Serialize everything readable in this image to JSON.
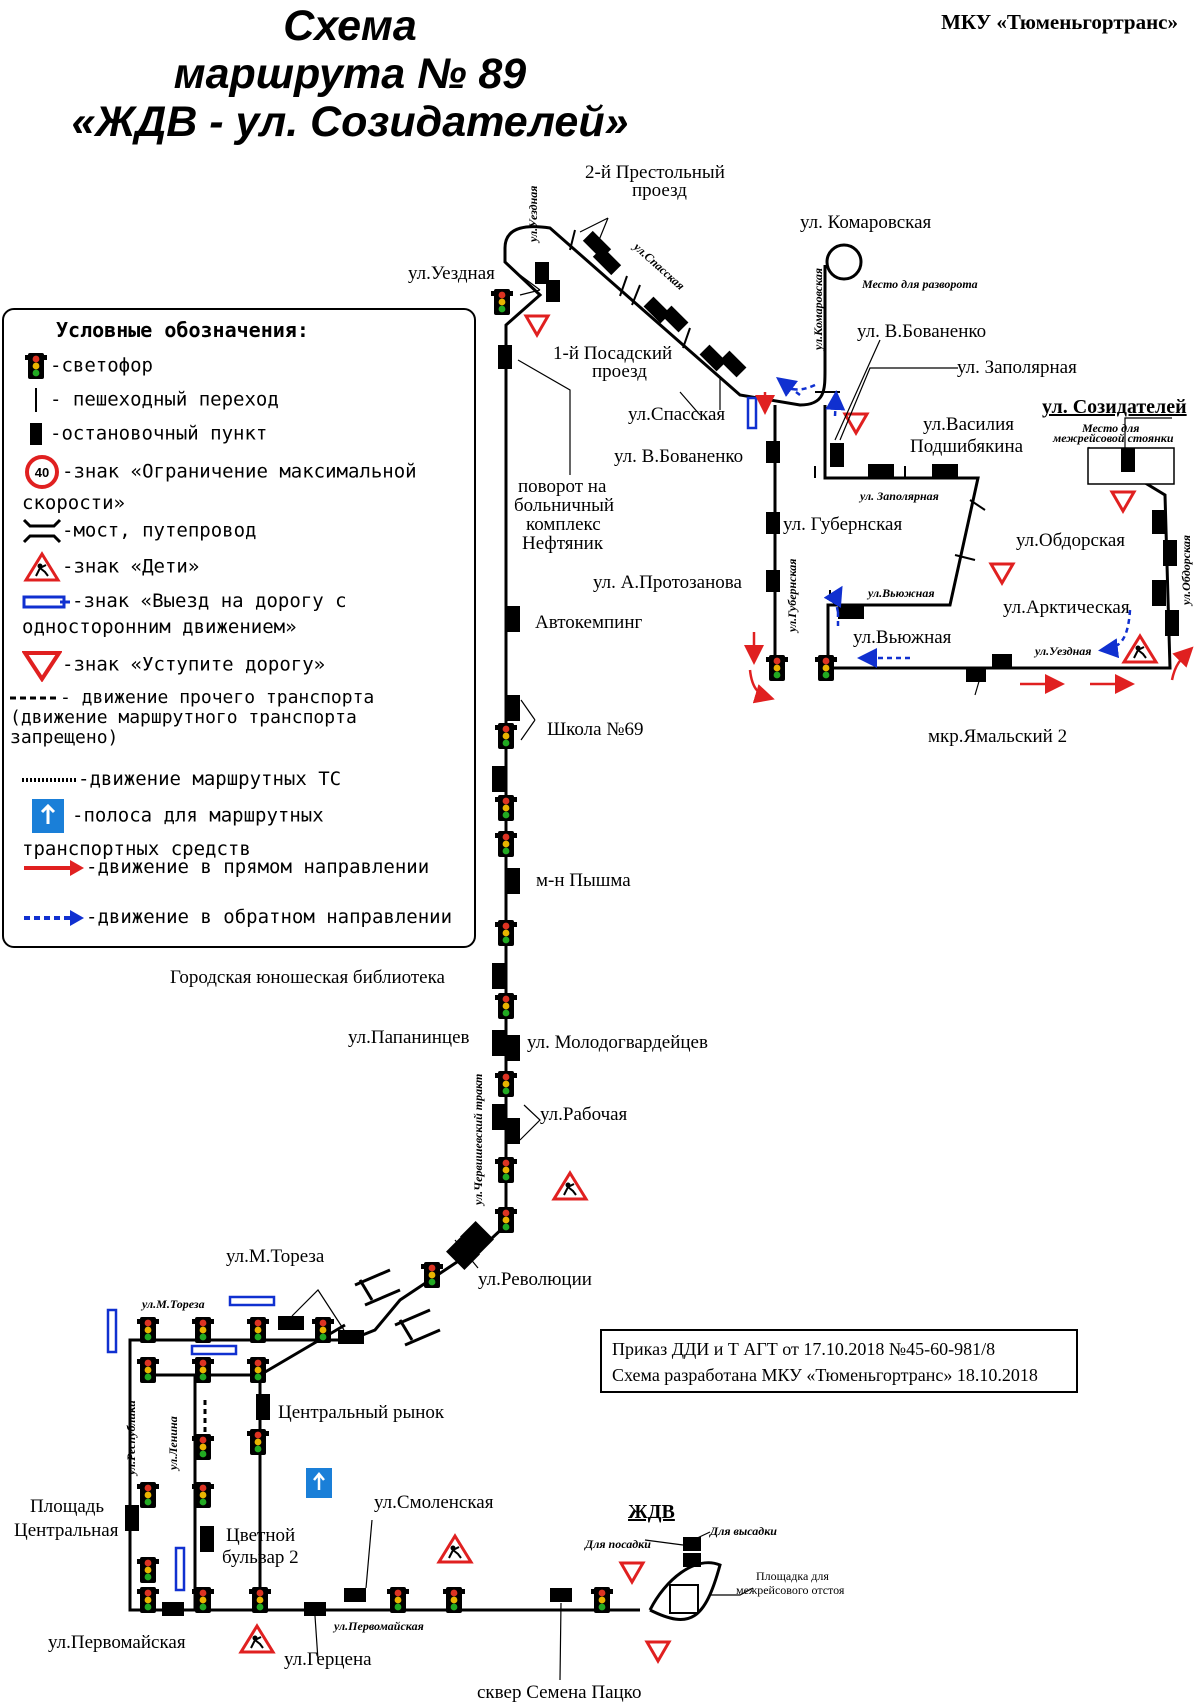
{
  "title": {
    "line1": "Схема",
    "line2": "маршрута № 89",
    "line3": "«ЖДВ - ул. Созидателей»"
  },
  "organization": "МКУ «Тюменьгортранс»",
  "legend": {
    "title": "Условные обозначения:",
    "items": [
      {
        "icon": "traffic-light-icon",
        "text": "-светофор"
      },
      {
        "icon": "pedestrian-crossing-icon",
        "text": "- пешеходный переход"
      },
      {
        "icon": "bus-stop-icon",
        "text": "-остановочный пункт"
      },
      {
        "icon": "speed-limit-sign-icon",
        "sign_value": "40",
        "text": "-знак «Ограничение максимальной скорости»"
      },
      {
        "icon": "bridge-icon",
        "text": "-мост, путепровод"
      },
      {
        "icon": "children-sign-icon",
        "text": "-знак «Дети»"
      },
      {
        "icon": "one-way-exit-sign-icon",
        "text": "-знак «Выезд на дорогу с односторонним движением»"
      },
      {
        "icon": "give-way-sign-icon",
        "text": "-знак «Уступите дорогу»"
      },
      {
        "icon": "dashed-line-icon",
        "text": "- движение прочего транспорта (движение маршрутного транспорта запрещено)"
      },
      {
        "icon": "route-line-icon",
        "text": "-движение маршрутных ТС"
      },
      {
        "icon": "bus-lane-sign-icon",
        "text": "-полоса для маршрутных транспортных средств"
      },
      {
        "icon": "red-arrow-icon",
        "text": "-движение в прямом направлении"
      },
      {
        "icon": "blue-dashed-arrow-icon",
        "text": "-движение в обратном направлении"
      }
    ]
  },
  "order_note": {
    "line1": "Приказ ДДИ и Т АГТ от 17.10.2018 №45-60-981/8",
    "line2": "Схема разработана МКУ «Тюменьгортранс» 18.10.2018"
  },
  "labels": {
    "prestolny2_a": "2-й Престольный",
    "prestolny2_b": "проезд",
    "uezdnaya": "ул.Уездная",
    "uezdnaya_street": "ул.Уездная",
    "spasskaya_street": "ул.Спасская",
    "komarovskaya": "ул. Комаровская",
    "komarovskaya_street": "ул.Комаровская",
    "turnaround": "Место для разворота",
    "bovanenko_top": "ул. В.Бованенко",
    "zapolyarnaya": "ул. Заполярная",
    "posadsky1_a": "1-й Посадский",
    "posadsky1_b": "проезд",
    "spasskaya": "ул.Спасская",
    "bovanenko": "ул. В.Бованенко",
    "podshibyakina_a": "ул.Василия",
    "podshibyakina_b": "Подшибякина",
    "sozidateley": "ул. Созидателей",
    "parking_a": "Место для",
    "parking_b": "межрейсовой стоянки",
    "zapolyarnaya_street": "ул. Заполярная",
    "hospital_a": "поворот на",
    "hospital_b": "больничный",
    "hospital_c": "комплекс",
    "hospital_d": "Нефтяник",
    "gubernskaya": "ул. Губернская",
    "obdorskaya": "ул.Обдорская",
    "obdorskaya_street": "ул.Обдорская",
    "protazanova": "ул. А.Протозанова",
    "gubernskaya_street": "ул.Губернская",
    "vyuzhnaya_street": "ул.Вьюжная",
    "arkticheskaya": "ул.Арктическая",
    "vyuzhnaya": "ул.Вьюжная",
    "uezdnaya_street2": "ул.Уездная",
    "avtokemping": "Автокемпинг",
    "yamalsky": "мкр.Ямальский 2",
    "school": "Школа №69",
    "pyshma": "м-н Пышма",
    "library": "Городская юношеская библиотека",
    "papanintsev": "ул.Папанинцев",
    "molodogvardeytsev": "ул. Молодогвардейцев",
    "rabochaya": "ул.Рабочая",
    "chervishevsky": "ул.Червишевский тракт",
    "toreza": "ул.М.Тореза",
    "revolyutsii": "ул.Революции",
    "toreza_street": "ул.М.Тореза",
    "tsentralny_rynok": "Центральный рынок",
    "respubliki_street": "ул.Республики",
    "lenina_street": "ул.Ленина",
    "ploshchad_a": "Площадь",
    "ploshchad_b": "Центральная",
    "tsvetnoy_a": "Цветной",
    "tsvetnoy_b": "бульвар 2",
    "smolenskaya": "ул.Смоленская",
    "zhdv": "ЖДВ",
    "boarding": "Для посадки",
    "alighting": "Для высадки",
    "layover_a": "Площадка для",
    "layover_b": "межрейсового отстоя",
    "pervomayskaya": "ул.Первомайская",
    "pervomayskaya_street": "ул.Первомайская",
    "gertsena": "ул.Герцена",
    "patsko": "сквер Семена Пацко"
  }
}
